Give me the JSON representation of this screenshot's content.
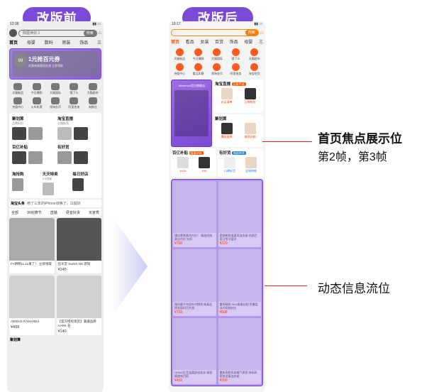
{
  "labels": {
    "before": "改版前",
    "after": "改版后"
  },
  "before": {
    "status": {
      "time": "12:36",
      "right": ""
    },
    "search": {
      "placeholder": "阵厘神剑 2",
      "button": "搜索"
    },
    "tabs": [
      "首页",
      "母婴",
      "数码",
      "男装",
      "饰品",
      "三"
    ],
    "banner": {
      "badge": "99",
      "title": "1元抢百元券",
      "subtitle": "优惠券限量抢先领 立即领取"
    },
    "icons": [
      "天猫新品",
      "今日爆款",
      "天猫国际",
      "饿了么",
      "天猫超市",
      "充值中心",
      "火车机票",
      "领淘金币",
      "阿里拍卖",
      "淘鲜达"
    ],
    "cards": [
      {
        "title": "聚划算",
        "sub": "品牌折扣"
      },
      {
        "title": "淘宝直播",
        "sub": "主播推荐"
      },
      {
        "title": "百亿补贴",
        "sub": ""
      },
      {
        "title": "有好货",
        "sub": ""
      },
      {
        "title": "淘抢购",
        "sub": ""
      },
      {
        "title": "天天特卖",
        "sub": "9.9包邮"
      },
      {
        "title": "每日好店",
        "sub": ""
      }
    ],
    "headline": {
      "label": "淘宝头条",
      "text": "用了三年的iPhone该换了，11挺好"
    },
    "feed_tabs": [
      "全部",
      "99划算节",
      "直播",
      "便宜好货",
      "买家秀"
    ],
    "feed": [
      {
        "text": "FA明明11.11来了！ 立即领取",
        "price": ""
      },
      {
        "text": "任天堂 Switch NS 游戏",
        "price": "¥245"
      },
      {
        "text": "ADIDAS KAMANDA",
        "price": "¥499"
      },
      {
        "text": "【官方授权现货】满满品牌AARK 石",
        "price": "¥140"
      }
    ],
    "bottom": "聚划算"
  },
  "after": {
    "status": {
      "time": "10:17",
      "right": ""
    },
    "search": {
      "placeholder": "",
      "button": "搜索"
    },
    "tabs": [
      "首页",
      "看品",
      "女装",
      "百货",
      "饰品",
      "母婴",
      "三"
    ],
    "icons": [
      "天猫新品",
      "今日爆款",
      "天猫国际",
      "饿了么",
      "天猫超市",
      "充值中心",
      "看品如意",
      "领淘金币",
      "阿里拍卖",
      "淘宝吃货"
    ],
    "focus_banner": {
      "caption": "lululemon官方旗舰店"
    },
    "right_cards": [
      {
        "title": "淘宝直播",
        "tag": "品质严选",
        "items": [
          "必买清单",
          "正牌鞋包"
        ]
      },
      {
        "title": "聚划算",
        "tag": "",
        "items": [
          "爆款直降",
          "推荐好物"
        ]
      }
    ],
    "row2": [
      {
        "title": "百亿补贴",
        "tag": "限量补贴",
        "items": [
          "¥439",
          "¥39"
        ]
      },
      {
        "title": "有好货",
        "tag": "购前种草",
        "items": [
          "口碑好货",
          "全网热推"
        ]
      }
    ],
    "feed": [
      {
        "text": "镇店套装真丝衬衫！ 精选尚纯真丝衬衫 针织",
        "price": "¥798"
      },
      {
        "text": "夏装新款温柔风连衣裙 衣裙百搭日常可爱学",
        "price": "¥229"
      },
      {
        "text": "微风熏千鸟纹外衬棉线 纯真丝提花面料百合香",
        "price": "¥798"
      },
      {
        "text": "重伴精致 50%桑蚕丝配 色叠层法式短袖衬衫",
        "price": "¥598"
      },
      {
        "text": "HONG红豆温柔舒适连衣 裙显瘦遮肉百搭",
        "price": "¥499"
      },
      {
        "text": "重新高质风尚精气质家 休闲风套装显瘦连衣裙",
        "price": "¥399"
      }
    ]
  },
  "annotations": {
    "focus_title": "首页焦点展示位",
    "focus_sub": "第2帧，第3帧",
    "dynamic": "动态信息流位"
  },
  "colors": {
    "accent": "#7b4ad6",
    "annotation_line": "#d6261f",
    "taobao_orange": "#ff5000"
  }
}
